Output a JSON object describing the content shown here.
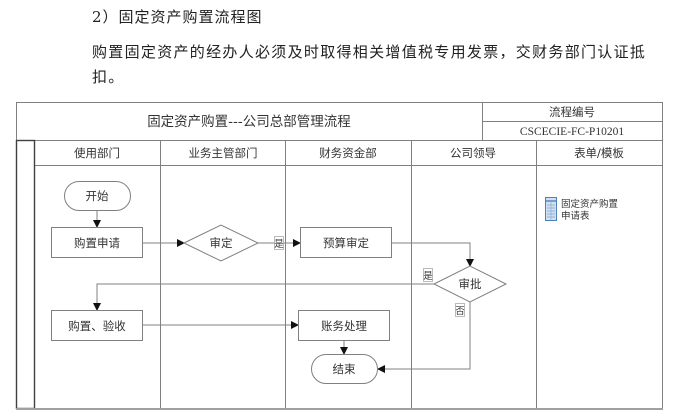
{
  "document": {
    "heading": "2）固定资产购置流程图",
    "paragraph": "购置固定资产的经办人必须及时取得相关增值税专用发票，交财务部门认证抵扣。"
  },
  "flowchart": {
    "title": "固定资产购置---公司总部管理流程",
    "code_label": "流程编号",
    "code_value": "CSCECIE-FC-P10201",
    "lanes": [
      "使用部门",
      "业务主管部门",
      "财务资金部",
      "公司领导",
      "表单/模板"
    ],
    "nodes": {
      "start": "开始",
      "purchase_request": "购置申请",
      "review": "审定",
      "budget_review": "预算审定",
      "approval": "审批",
      "purchase_accept": "购置、验收",
      "accounting": "账务处理",
      "end": "结束"
    },
    "edge_labels": {
      "review_yes": "是",
      "approval_yes": "是",
      "approval_no": "否"
    },
    "form": {
      "icon": "spreadsheet-icon",
      "line1": "固定资产购置",
      "line2": "申请表"
    },
    "colors": {
      "line": "#808080",
      "border_dark": "#404040",
      "icon_fill": "#cfe0f3",
      "icon_stroke": "#4f81bd"
    }
  }
}
